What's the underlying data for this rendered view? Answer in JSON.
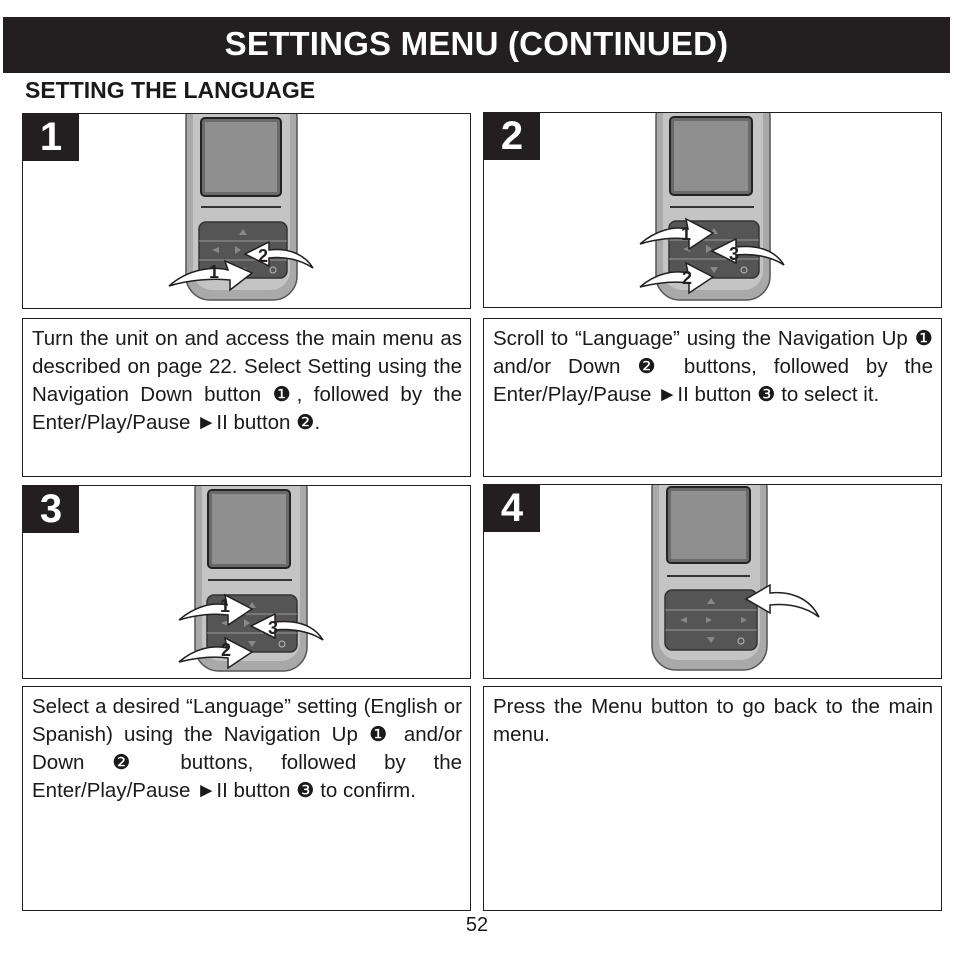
{
  "header": {
    "title": "SETTINGS MENU (CONTINUED)"
  },
  "section": {
    "title": "SETTING THE LANGUAGE"
  },
  "steps": [
    {
      "number": "1",
      "arrow_labels": [
        "1",
        "2"
      ],
      "text": "Turn the unit on and access the main menu as described on page 22. Select Setting using the Navigation Down button ❶, followed by the Enter/Play/Pause ►II button ❷."
    },
    {
      "number": "2",
      "arrow_labels": [
        "1",
        "2",
        "3"
      ],
      "text": "Scroll to “Language” using the Navigation Up ❶ and/or Down ❷ buttons, followed by the Enter/Play/Pause ►II button ❸ to select it."
    },
    {
      "number": "3",
      "arrow_labels": [
        "1",
        "2",
        "3"
      ],
      "text": "Select a desired “Language” setting (English or Spanish) using the Navigation Up ❶ and/or Down ❷ buttons, followed by the Enter/Play/Pause ►II button ❸ to confirm."
    },
    {
      "number": "4",
      "arrow_labels": [],
      "text": "Press the Menu button to go back to the main menu."
    }
  ],
  "page_number": "52"
}
